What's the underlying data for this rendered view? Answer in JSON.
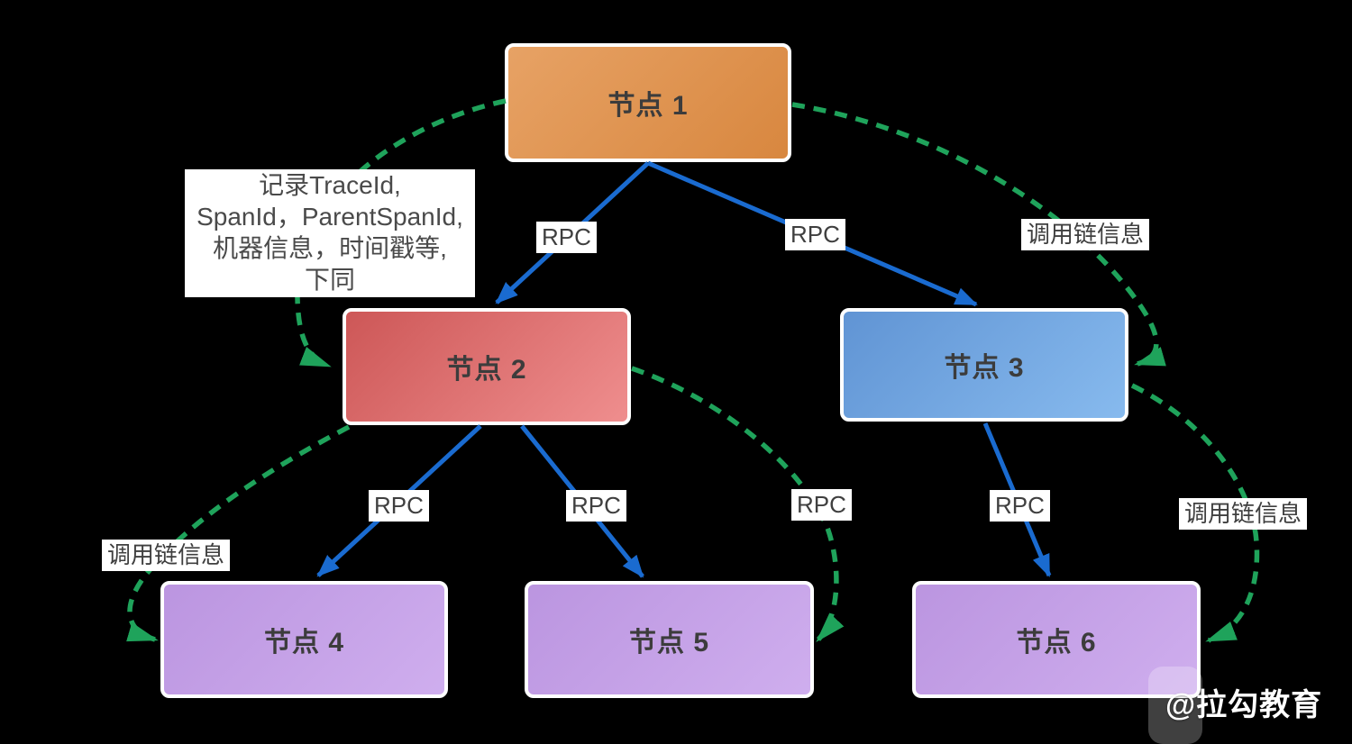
{
  "diagram": {
    "title_hint": "RPC call-chain tracing diagram",
    "nodes": [
      {
        "id": "node-1",
        "label": "节点 1",
        "color_from": "#e7a265",
        "color_to": "#d8873f"
      },
      {
        "id": "node-2",
        "label": "节点 2",
        "color_from": "#cd5757",
        "color_to": "#ef8e8e"
      },
      {
        "id": "node-3",
        "label": "节点 3",
        "color_from": "#6094d4",
        "color_to": "#87baee"
      },
      {
        "id": "node-4",
        "label": "节点 4",
        "color_from": "#bb95e0",
        "color_to": "#cfaeee"
      },
      {
        "id": "node-5",
        "label": "节点 5",
        "color_from": "#bb95e0",
        "color_to": "#cfaeee"
      },
      {
        "id": "node-6",
        "label": "节点 6",
        "color_from": "#bb95e0",
        "color_to": "#cfaeee"
      }
    ],
    "edge_labels": [
      {
        "id": "rpc-node1-node2",
        "text": "RPC"
      },
      {
        "id": "rpc-node1-node3",
        "text": "RPC"
      },
      {
        "id": "trace-node1-node3",
        "text": "调用链信息"
      },
      {
        "id": "rpc-node2-node4",
        "text": "RPC"
      },
      {
        "id": "rpc-node2-node5",
        "text": "RPC"
      },
      {
        "id": "rpc-on-trace-node2-node5",
        "text": "RPC"
      },
      {
        "id": "rpc-node3-node6",
        "text": "RPC"
      },
      {
        "id": "trace-node3-node6",
        "text": "调用链信息"
      },
      {
        "id": "trace-node2-node4",
        "text": "调用链信息"
      }
    ],
    "annotation": {
      "lines": [
        "记录TraceId,",
        "SpanId，ParentSpanId,",
        "机器信息，时间戳等,",
        "下同"
      ]
    },
    "colors": {
      "rpc_arrow_blue": "#1a6bd0",
      "trace_arrow_green": "#1fa35b",
      "background": "#000000",
      "label_background": "#ffffff",
      "label_text": "#3f3f3f"
    },
    "watermark": {
      "text": "@拉勾教育"
    }
  }
}
